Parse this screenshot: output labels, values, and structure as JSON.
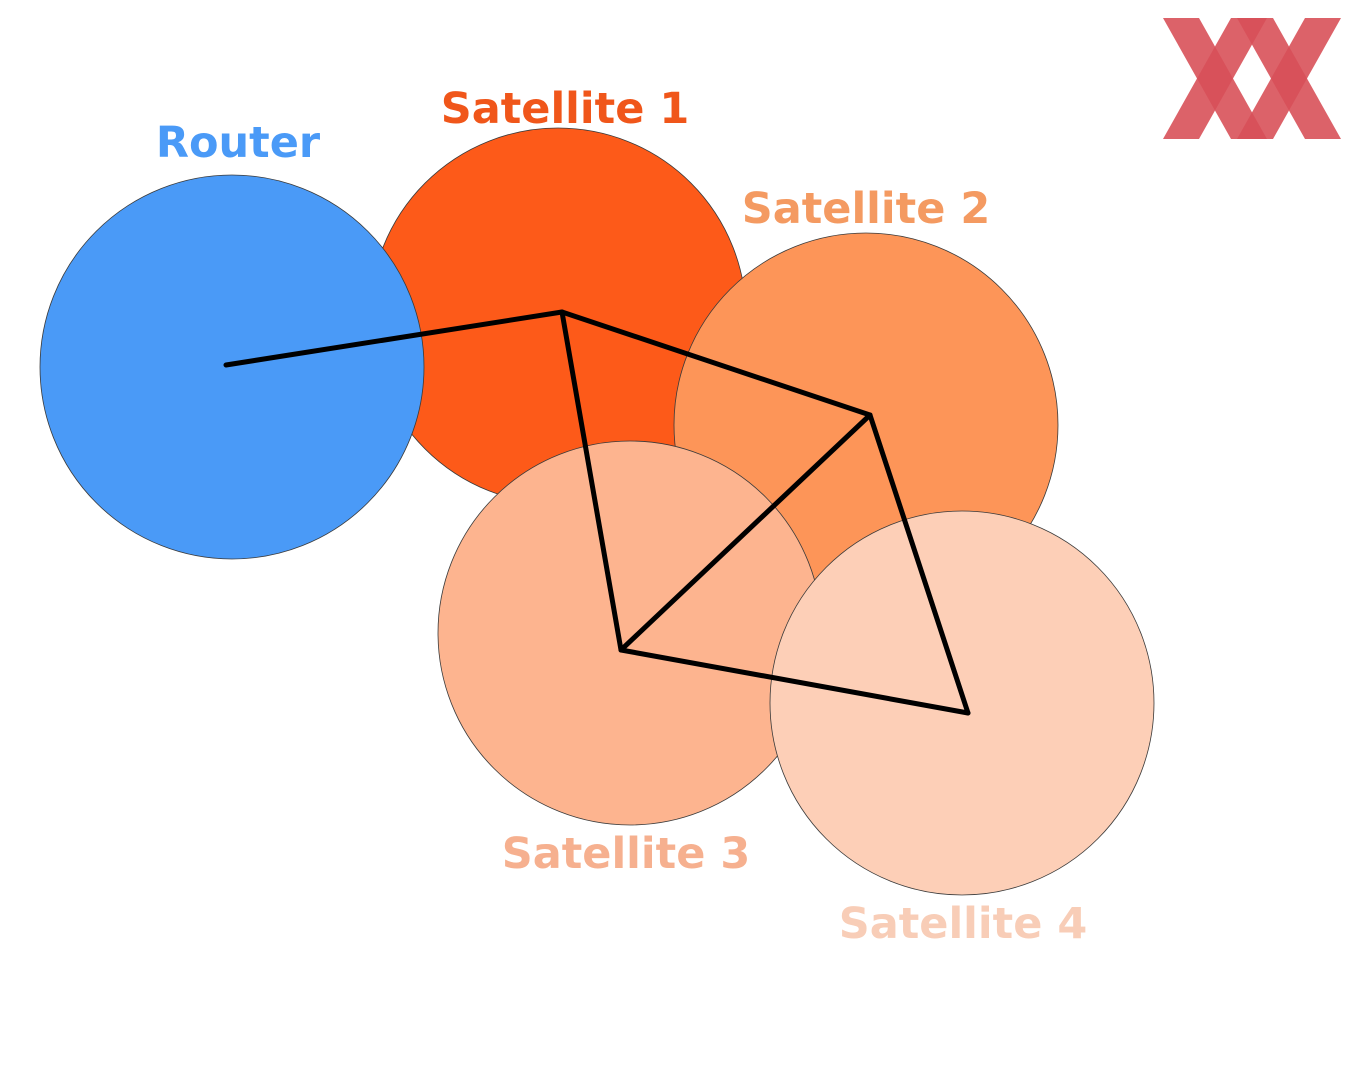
{
  "diagram": {
    "nodes": [
      {
        "id": "router",
        "label": "Router",
        "color": "#4a9af7",
        "label_color": "#4a9af7"
      },
      {
        "id": "satellite-1",
        "label": "Satellite 1",
        "color": "#fd5a19",
        "label_color": "#f0561a"
      },
      {
        "id": "satellite-2",
        "label": "Satellite 2",
        "color": "#fd9558",
        "label_color": "#f49a61"
      },
      {
        "id": "satellite-3",
        "label": "Satellite 3",
        "color": "#fdb48f",
        "label_color": "#f6b08f"
      },
      {
        "id": "satellite-4",
        "label": "Satellite 4",
        "color": "#fdcfb7",
        "label_color": "#f8cdb7"
      }
    ],
    "links": [
      [
        "router",
        "satellite-1"
      ],
      [
        "satellite-1",
        "satellite-2"
      ],
      [
        "satellite-1",
        "satellite-3"
      ],
      [
        "satellite-2",
        "satellite-3"
      ],
      [
        "satellite-2",
        "satellite-4"
      ],
      [
        "satellite-3",
        "satellite-4"
      ]
    ],
    "logo": {
      "name": "logo-xx",
      "color": "#d2323c"
    }
  }
}
